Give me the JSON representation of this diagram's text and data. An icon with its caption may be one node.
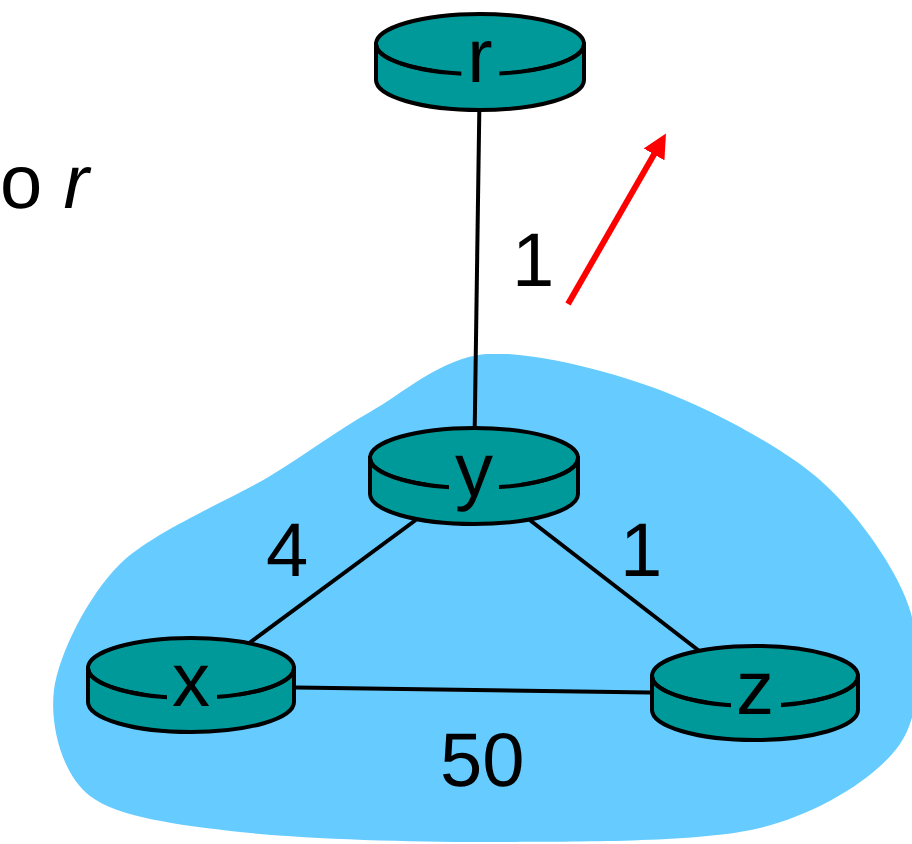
{
  "diagram": {
    "nodes": [
      {
        "text": [],
        "shape": "cloud"
      },
      {
        "text": [
          "r"
        ]
      },
      {
        "text": [
          "y"
        ],
        "in": 0
      },
      {
        "text": [
          "x"
        ],
        "in": 0
      },
      {
        "text": [
          "z"
        ],
        "in": 0
      }
    ],
    "edges": [
      {
        "from": 1,
        "to": 2,
        "arrow": "none",
        "label": "1"
      },
      {
        "from": 2,
        "to": 3,
        "arrow": "none",
        "label": "4"
      },
      {
        "from": 2,
        "to": 4,
        "arrow": "none",
        "label": "1"
      },
      {
        "from": 3,
        "to": 4,
        "arrow": "none",
        "label": "50"
      }
    ],
    "labels": [
      "o *r*"
    ]
  }
}
